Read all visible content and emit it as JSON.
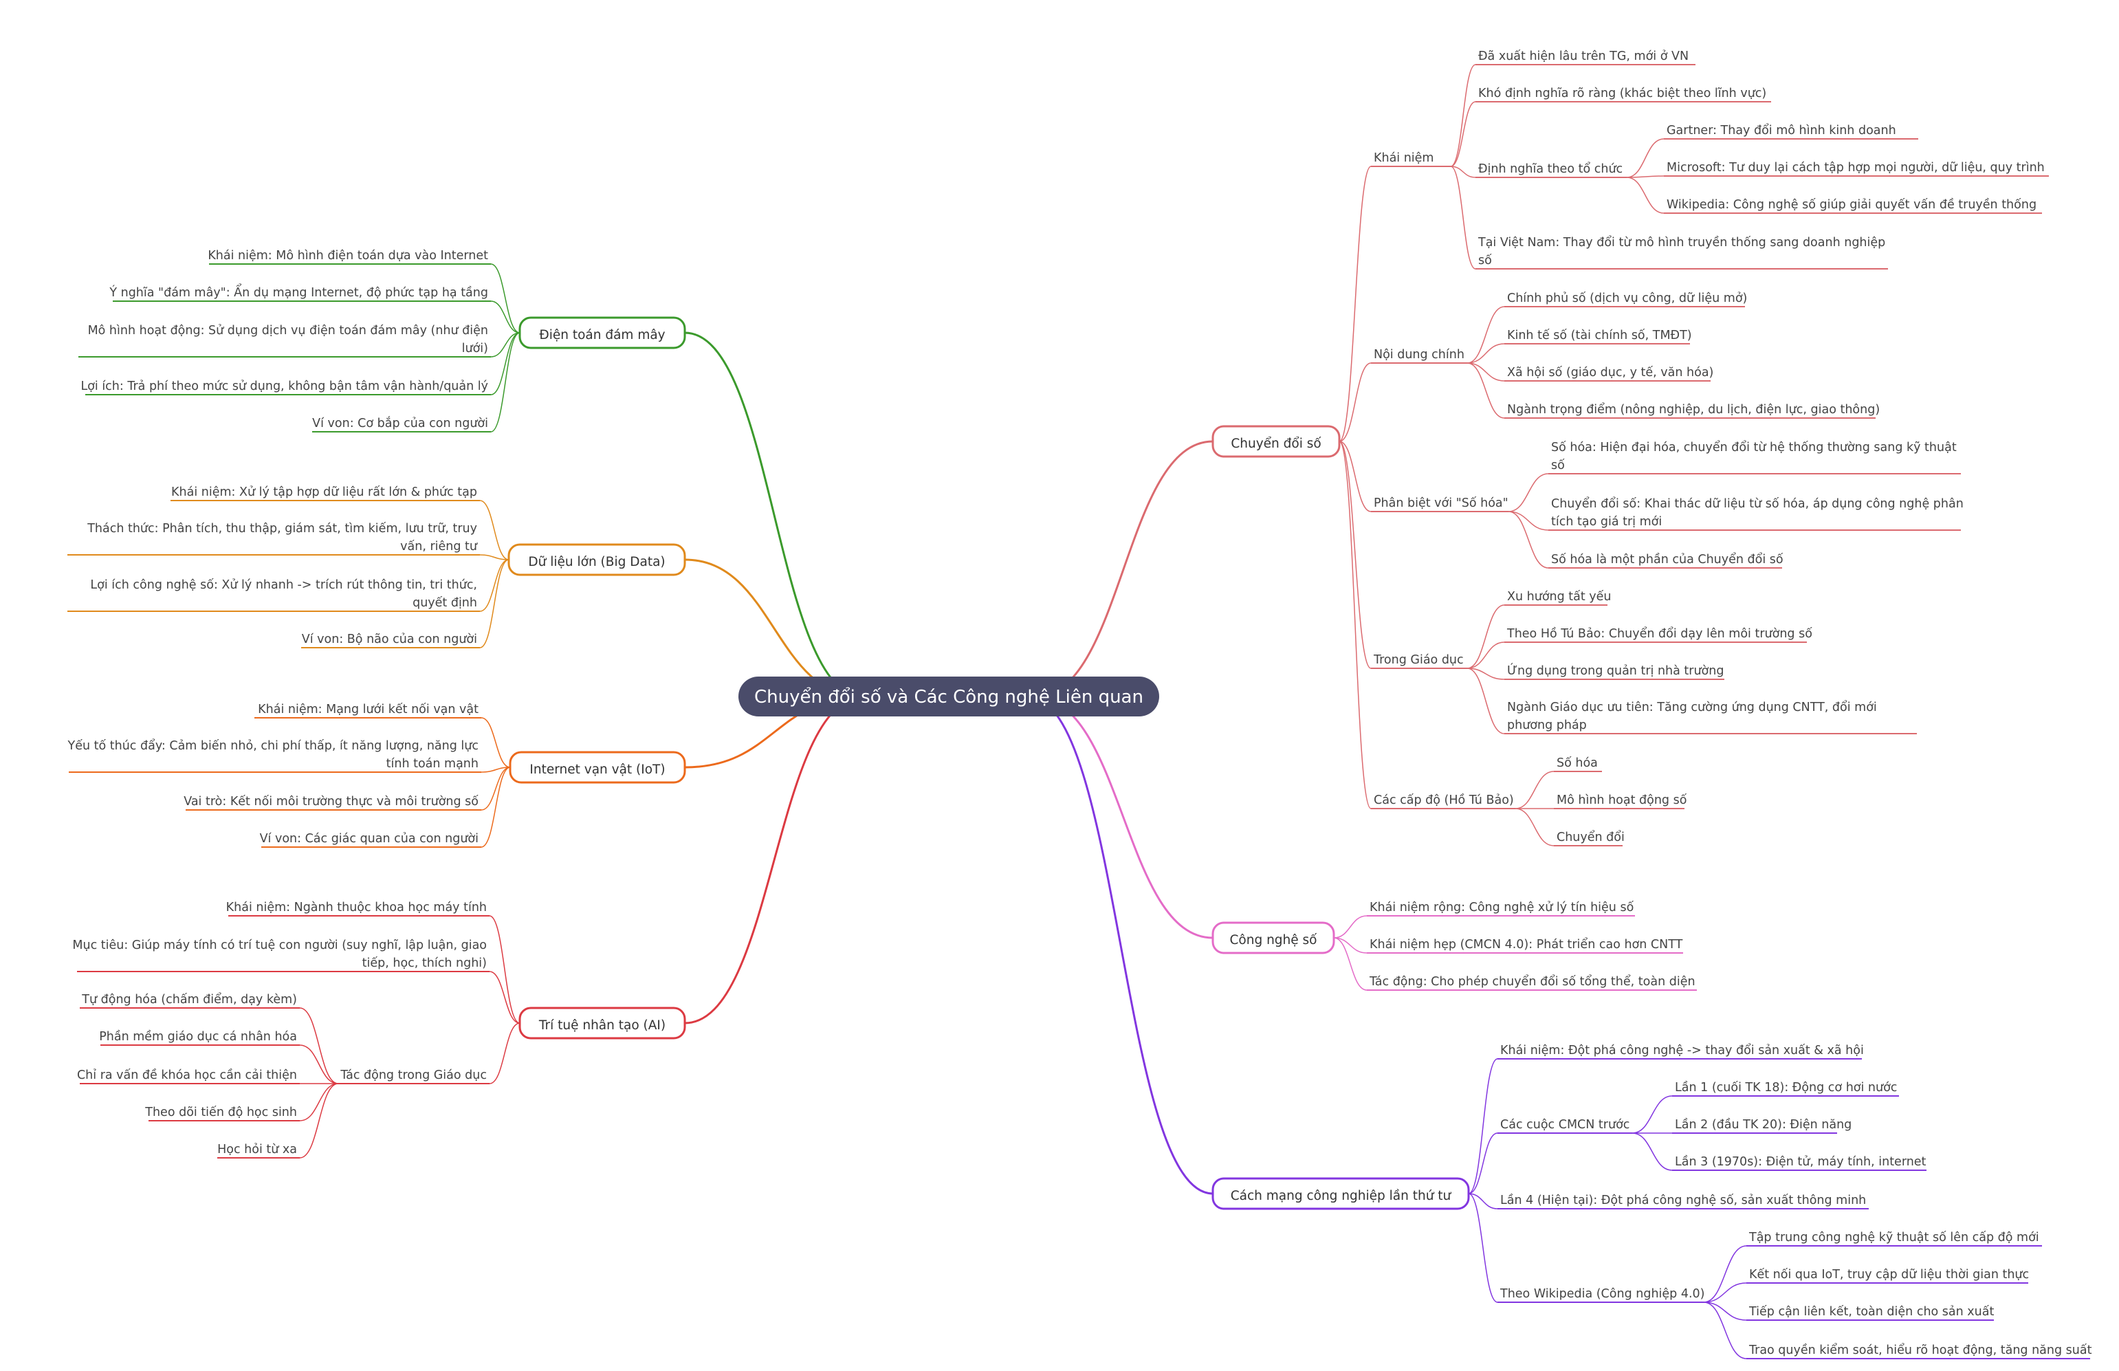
{
  "root": {
    "label": "Chuyển đổi số và Các Công nghệ Liên quan",
    "bg": "#4a4c6a"
  },
  "branches": [
    {
      "id": "chuyen-doi-so",
      "label": "Chuyển đổi số",
      "color": "#db6a6f",
      "children": [
        {
          "label": "Khái niệm",
          "children": [
            {
              "label": "Đã xuất hiện lâu trên TG, mới ở VN"
            },
            {
              "label": "Khó định nghĩa rõ ràng (khác biệt theo lĩnh vực)"
            },
            {
              "label": "Định nghĩa theo tổ chức",
              "children": [
                {
                  "label": "Gartner: Thay đổi mô hình kinh doanh"
                },
                {
                  "label": "Microsoft: Tư duy lại cách tập hợp mọi người, dữ liệu, quy trình"
                },
                {
                  "label": "Wikipedia: Công nghệ số giúp giải quyết vấn đề truyền thống"
                }
              ]
            },
            {
              "label": [
                "Tại Việt Nam: Thay đổi từ mô hình truyền thống sang doanh nghiệp",
                "số"
              ]
            }
          ]
        },
        {
          "label": "Nội dung chính",
          "children": [
            {
              "label": "Chính phủ số (dịch vụ công, dữ liệu mở)"
            },
            {
              "label": "Kinh tế số (tài chính số, TMĐT)"
            },
            {
              "label": "Xã hội số (giáo dục, y tế, văn hóa)"
            },
            {
              "label": "Ngành trọng điểm (nông nghiệp, du lịch, điện lực, giao thông)"
            }
          ]
        },
        {
          "label": "Phân biệt với \"Số hóa\"",
          "children": [
            {
              "label": [
                "Số hóa: Hiện đại hóa, chuyển đổi từ hệ thống thường sang kỹ thuật",
                "số"
              ]
            },
            {
              "label": [
                "Chuyển đổi số: Khai thác dữ liệu từ số hóa, áp dụng công nghệ phân",
                "tích tạo giá trị mới"
              ]
            },
            {
              "label": "Số hóa là một phần của Chuyển đổi số"
            }
          ]
        },
        {
          "label": "Trong Giáo dục",
          "children": [
            {
              "label": "Xu hướng tất yếu"
            },
            {
              "label": "Theo Hồ Tú Bảo: Chuyển đổi dạy lên môi trường số"
            },
            {
              "label": "Ứng dụng trong quản trị nhà trường"
            },
            {
              "label": [
                "Ngành Giáo dục ưu tiên: Tăng cường ứng dụng CNTT, đổi mới",
                "phương pháp"
              ]
            }
          ]
        },
        {
          "label": "Các cấp độ (Hồ Tú Bảo)",
          "children": [
            {
              "label": "Số hóa"
            },
            {
              "label": "Mô hình hoạt động số"
            },
            {
              "label": "Chuyển đổi"
            }
          ]
        }
      ]
    },
    {
      "id": "cong-nghe-so",
      "label": "Công nghệ số",
      "color": "#e46cc8",
      "children": [
        {
          "label": "Khái niệm rộng: Công nghệ xử lý tín hiệu số"
        },
        {
          "label": "Khái niệm hẹp (CMCN 4.0): Phát triển cao hơn CNTT"
        },
        {
          "label": "Tác động: Cho phép chuyển đổi số tổng thể, toàn diện"
        }
      ]
    },
    {
      "id": "cmcn-4",
      "label": "Cách mạng công nghiệp lần thứ tư",
      "color": "#8236e0",
      "children": [
        {
          "label": "Khái niệm: Đột phá công nghệ -> thay đổi sản xuất & xã hội"
        },
        {
          "label": "Các cuộc CMCN trước",
          "children": [
            {
              "label": "Lần 1 (cuối TK 18): Động cơ hơi nước"
            },
            {
              "label": "Lần 2 (đầu TK 20): Điện năng"
            },
            {
              "label": "Lần 3 (1970s): Điện tử, máy tính, internet"
            }
          ]
        },
        {
          "label": "Lần 4 (Hiện tại): Đột phá công nghệ số, sản xuất thông minh"
        },
        {
          "label": "Theo Wikipedia (Công nghiệp 4.0)",
          "children": [
            {
              "label": "Tập trung công nghệ kỹ thuật số lên cấp độ mới"
            },
            {
              "label": "Kết nối qua IoT, truy cập dữ liệu thời gian thực"
            },
            {
              "label": "Tiếp cận liên kết, toàn diện cho sản xuất"
            },
            {
              "label": "Trao quyền kiểm soát, hiểu rõ hoạt động, tăng năng suất"
            }
          ]
        }
      ]
    },
    {
      "id": "dien-toan-dam-may",
      "label": "Điện toán đám mây",
      "color": "#3b9a2c",
      "children": [
        {
          "label": "Khái niệm: Mô hình điện toán dựa vào Internet"
        },
        {
          "label": "Ý nghĩa \"đám mây\": Ẩn dụ mạng Internet, độ phức tạp hạ tầng"
        },
        {
          "label": [
            "Mô hình hoạt động: Sử dụng dịch vụ điện toán đám mây (như điện",
            "lưới)"
          ]
        },
        {
          "label": "Lợi ích: Trả phí theo mức sử dụng, không bận tâm vận hành/quản lý"
        },
        {
          "label": "Ví von: Cơ bắp của con người"
        }
      ]
    },
    {
      "id": "big-data",
      "label": "Dữ liệu lớn (Big Data)",
      "color": "#e08a1c",
      "children": [
        {
          "label": "Khái niệm: Xử lý tập hợp dữ liệu rất lớn & phức tạp"
        },
        {
          "label": [
            "Thách thức: Phân tích, thu thập, giám sát, tìm kiếm, lưu trữ, truy",
            "vấn, riêng tư"
          ]
        },
        {
          "label": [
            "Lợi ích công nghệ số: Xử lý nhanh -> trích rút thông tin, tri thức,",
            "quyết định"
          ]
        },
        {
          "label": "Ví von: Bộ não của con người"
        }
      ]
    },
    {
      "id": "iot",
      "label": "Internet vạn vật (IoT)",
      "color": "#ec6a1c",
      "children": [
        {
          "label": "Khái niệm: Mạng lưới kết nối vạn vật"
        },
        {
          "label": [
            "Yếu tố thúc đẩy: Cảm biến nhỏ, chi phí thấp, ít năng lượng, năng lực",
            "tính toán mạnh"
          ]
        },
        {
          "label": "Vai trò: Kết nối môi trường thực và môi trường số"
        },
        {
          "label": "Ví von: Các giác quan của con người"
        }
      ]
    },
    {
      "id": "ai",
      "label": "Trí tuệ nhân tạo (AI)",
      "color": "#dc3a42",
      "children": [
        {
          "label": "Khái niệm: Ngành thuộc khoa học máy tính"
        },
        {
          "label": [
            "Mục tiêu: Giúp máy tính có trí tuệ con người (suy nghĩ, lập luận, giao",
            "tiếp, học, thích nghi)"
          ]
        },
        {
          "label": "Tác động trong Giáo dục",
          "children": [
            {
              "label": "Tự động hóa (chấm điểm, dạy kèm)"
            },
            {
              "label": "Phần mềm giáo dục cá nhân hóa"
            },
            {
              "label": "Chỉ ra vấn đề khóa học cần cải thiện"
            },
            {
              "label": "Theo dõi tiến độ học sinh"
            },
            {
              "label": "Học hỏi từ xa"
            }
          ]
        }
      ]
    }
  ]
}
